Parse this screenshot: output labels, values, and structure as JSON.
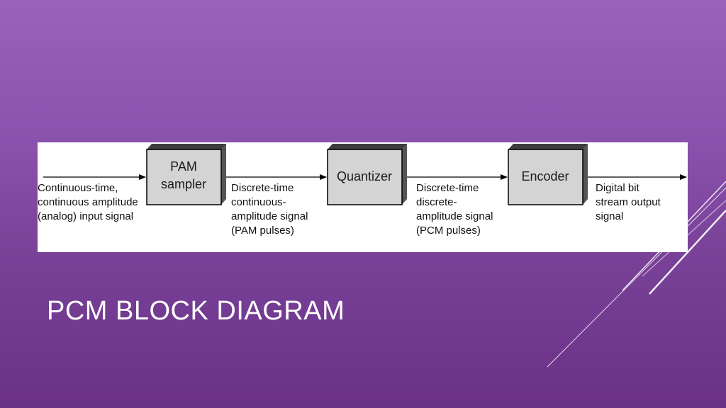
{
  "slide": {
    "title": "PCM BLOCK DIAGRAM"
  },
  "diagram": {
    "blocks": [
      {
        "lines": [
          "PAM",
          "sampler"
        ]
      },
      {
        "lines": [
          "Quantizer"
        ]
      },
      {
        "lines": [
          "Encoder"
        ]
      }
    ],
    "signals": [
      {
        "lines": [
          "Continuous-time,",
          "continuous amplitude",
          "(analog) input signal"
        ]
      },
      {
        "lines": [
          "Discrete-time",
          "continuous-",
          "amplitude signal",
          "(PAM pulses)"
        ]
      },
      {
        "lines": [
          "Discrete-time",
          "discrete-",
          "amplitude signal",
          "(PCM pulses)"
        ]
      },
      {
        "lines": [
          "Digital bit",
          "stream output",
          "signal"
        ]
      }
    ]
  },
  "colors": {
    "background_top": "#9b62bb",
    "background_bottom": "#6a3187",
    "block_fill": "#d4d4d4",
    "block_shadow": "#555555",
    "text": "#ffffff"
  }
}
